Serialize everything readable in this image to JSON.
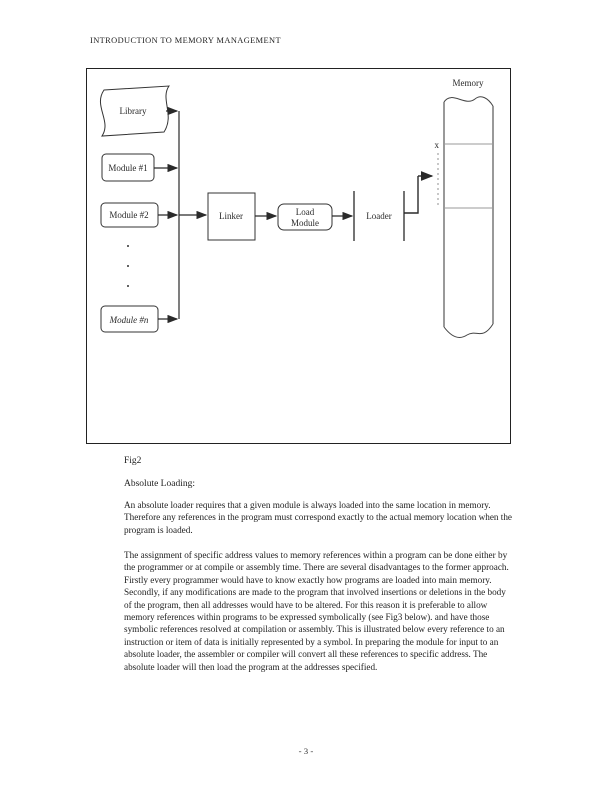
{
  "page": {
    "header": "INTRODUCTION TO MEMORY MANAGEMENT",
    "page_number": "- 3 -"
  },
  "figure": {
    "caption": "Fig2",
    "diagram": {
      "library_label": "Library",
      "module1_label": "Module #1",
      "module2_label": "Module #2",
      "module_n_label": "Module #n",
      "linker_label": "Linker",
      "load_module_line1": "Load",
      "load_module_line2": "Module",
      "loader_label": "Loader",
      "memory_label": "Memory",
      "x_label": "x"
    }
  },
  "body": {
    "section_heading": "Absolute Loading:",
    "paragraph1": "An absolute loader requires that a given module is always loaded into the same location in memory. Therefore any references in the program must correspond exactly to the actual memory location when the program is loaded.",
    "paragraph2": "The assignment of specific address values to memory references within a program can be done either by the programmer or at compile or assembly time. There are several disadvantages to the former approach. Firstly every programmer would have to know exactly how programs are loaded into main memory. Secondly, if any modifications are made to the program that involved insertions or deletions in the body of the program, then all addresses would have to be altered. For this reason it is preferable to allow memory references within programs to be expressed symbolically (see Fig3 below). and have those symbolic references resolved at compilation or assembly. This is illustrated below every reference to an instruction or item of data is initially represented by a symbol. In preparing the module for input to an absolute loader, the assembler or compiler will convert all these references to specific address. The absolute loader will then load the program at the addresses specified."
  }
}
